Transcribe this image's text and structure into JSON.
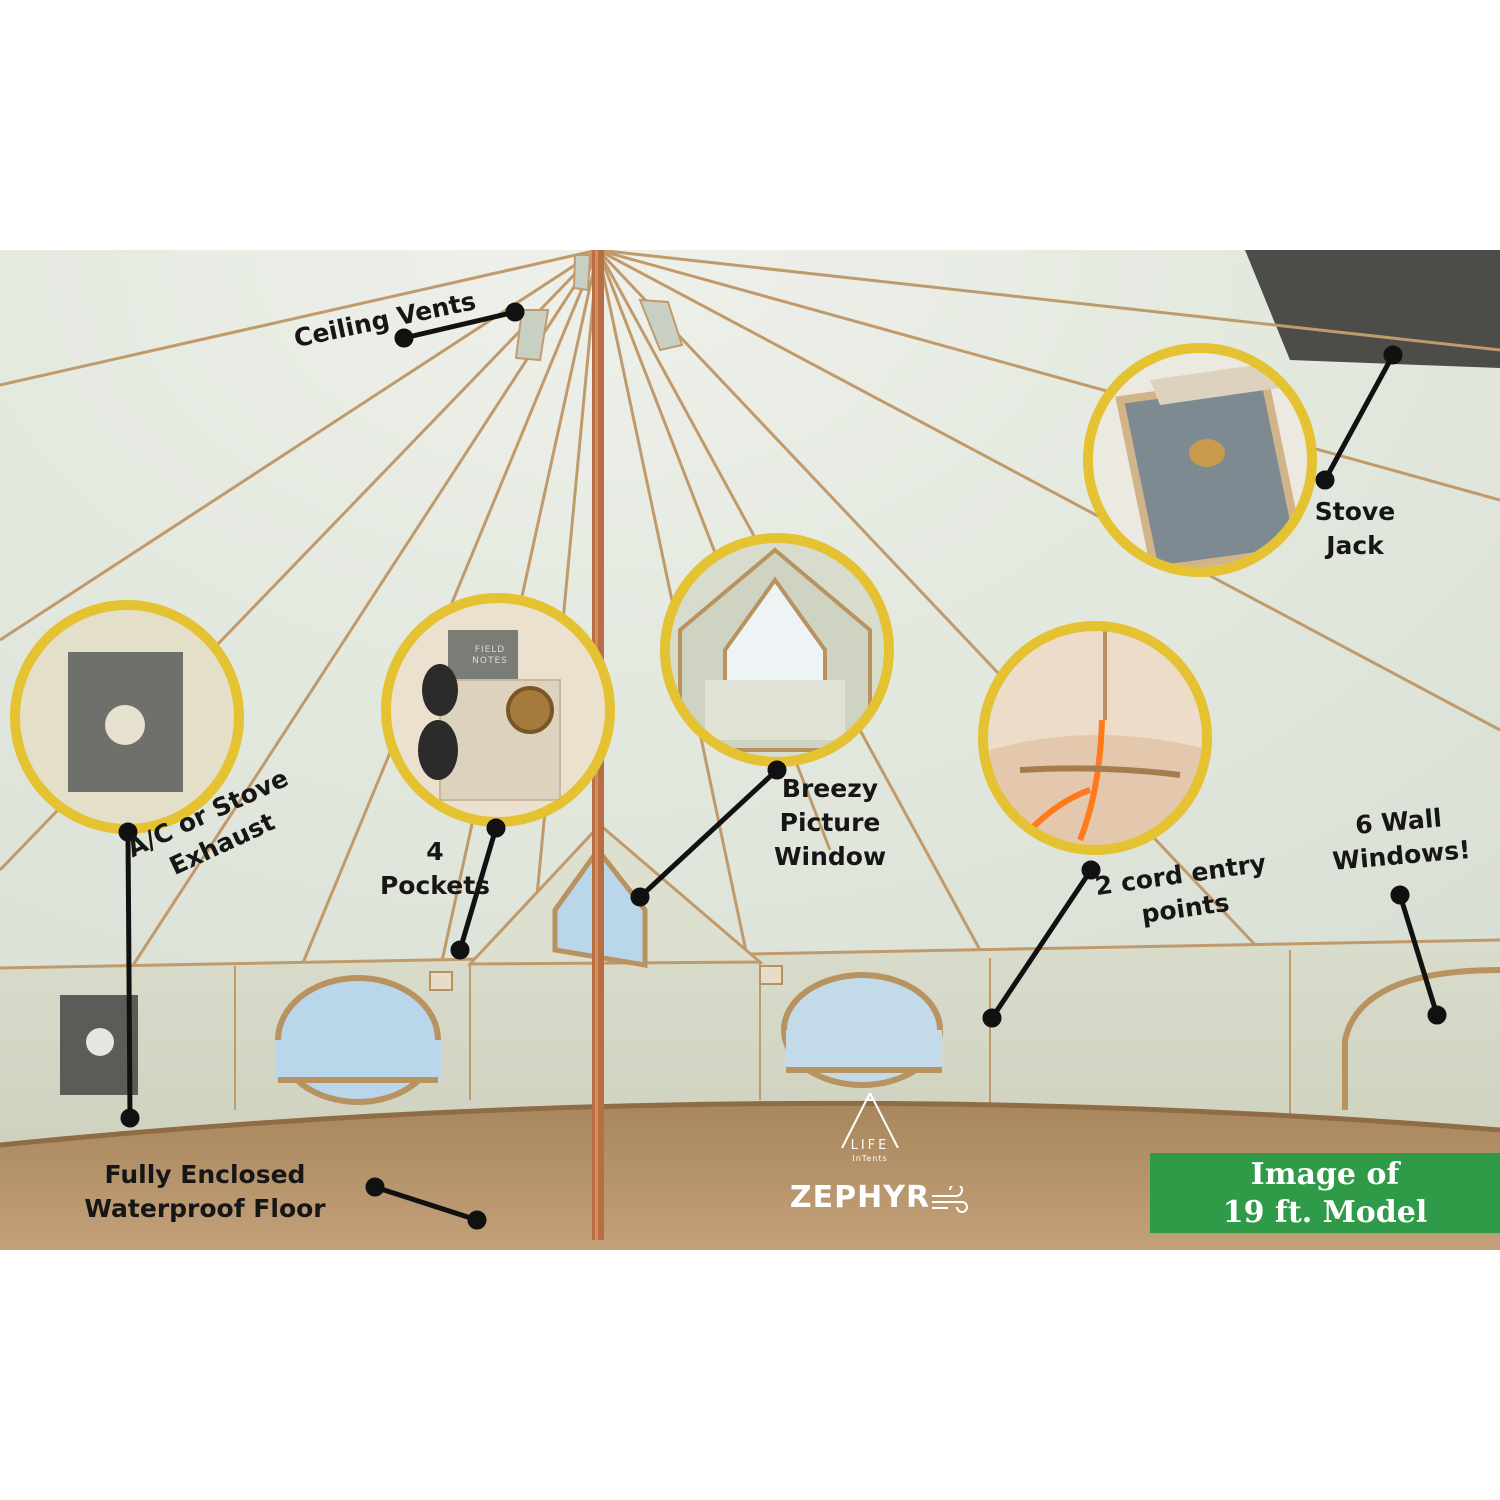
{
  "labels": {
    "ceiling_vents": "Ceiling Vents",
    "stove_jack": "Stove\nJack",
    "ac_exhaust": "A/C or Stove\nExhaust",
    "pockets": "4\nPockets",
    "picture_window": "Breezy\nPicture\nWindow",
    "cord_entry": "2 cord entry\npoints",
    "wall_windows": "6 Wall\nWindows!",
    "floor": "Fully Enclosed\nWaterproof Floor"
  },
  "pocket_inset": {
    "notebook_text": "FIELD\nNOTES"
  },
  "brand": {
    "line1": "LIFE",
    "line2": "InTents",
    "name": "ZEPHYR"
  },
  "badge": {
    "text": "Image of\n19 ft. Model"
  },
  "colors": {
    "canvas": "#dfe4d9",
    "trim": "#b8925f",
    "floor": "#b8946a",
    "inset_ring": "#e4c232",
    "badge_green": "#2f9b48",
    "window_blue": "#b9d6ea"
  },
  "icons": [
    "teepee-logo-icon",
    "wind-swirl-icon"
  ]
}
